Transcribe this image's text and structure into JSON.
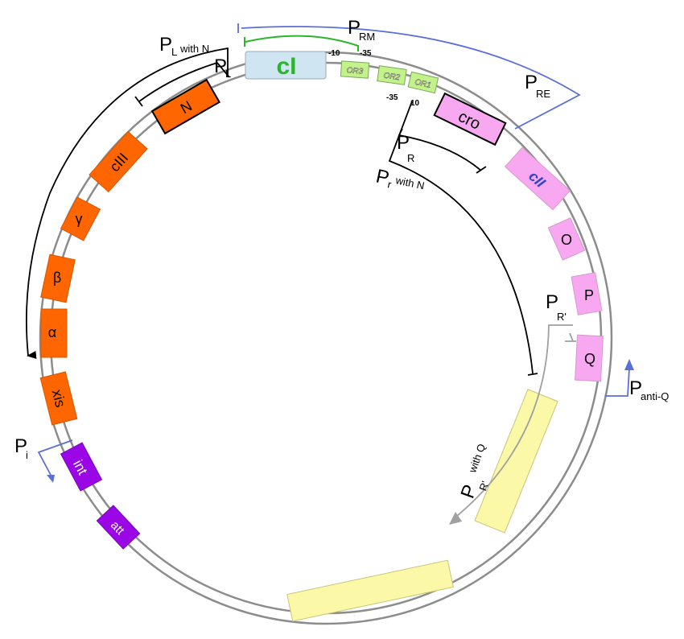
{
  "genes": {
    "cI": "cI",
    "OR3": "OR3",
    "OR2": "OR2",
    "OR1": "OR1",
    "cro": "cro",
    "cII": "cII",
    "O": "O",
    "P": "P",
    "Q": "Q",
    "N": "N",
    "cIII": "cIII",
    "gamma": "γ",
    "beta": "β",
    "alpha": "α",
    "xis": "xis",
    "int": "int",
    "att": "att"
  },
  "promoters": {
    "PRM": {
      "main": "P",
      "sub": "RM"
    },
    "PRE": {
      "main": "P",
      "sub": "RE"
    },
    "PL": {
      "main": "P",
      "sub": "L"
    },
    "PL_with_N": {
      "main": "P",
      "sub": "L",
      "suffix": "with N"
    },
    "PR": {
      "main": "P",
      "sub": "R"
    },
    "Pr_with_N": {
      "main": "P",
      "sub": "r",
      "suffix": "with N"
    },
    "PR_prime": {
      "main": "P",
      "sub": "R'"
    },
    "PR_prime_with_Q": {
      "main": "P",
      "sub": "R'",
      "suffix": "with Q"
    },
    "Panti_Q": {
      "main": "P",
      "sub": "anti-Q"
    },
    "Pi": {
      "main": "P",
      "sub": "i"
    }
  },
  "markers": {
    "m10_left": "-10",
    "m35_left": "-35",
    "m35_right": "-35",
    "m10_right": "10"
  },
  "colors": {
    "orange": "#ff6600",
    "pink": "#f7a8f0",
    "purple": "#9a06e6",
    "lightblue": "#cfe6f2",
    "lightgreen": "#c4f28a",
    "yellow": "#fbf9a8",
    "green": "#2bb52b",
    "blue": "#5b6fd8",
    "grey": "#a0a0a0"
  }
}
